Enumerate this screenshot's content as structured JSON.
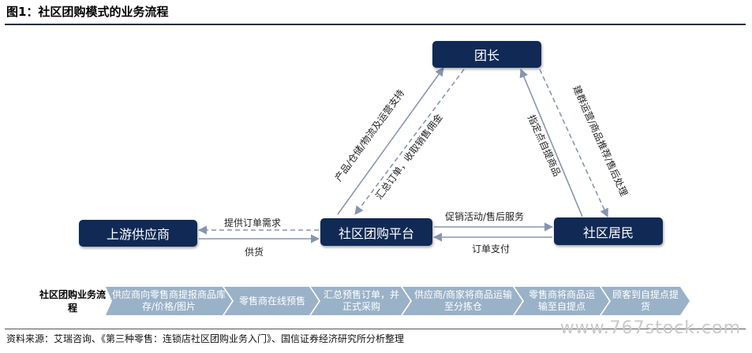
{
  "title": "图1：社区团购模式的业务流程",
  "nodes": {
    "leader": "团长",
    "supplier": "上游供应商",
    "platform": "社区团购平台",
    "resident": "社区居民"
  },
  "edges": {
    "platform_to_supplier": "提供订单需求",
    "supplier_to_platform": "供货",
    "platform_to_resident": "促销活动/售后服务",
    "resident_to_platform": "订单支付",
    "platform_to_leader": "产品/仓储/物流及运营支持",
    "leader_to_platform": "汇总订单，收取销售佣金",
    "resident_to_leader": "指定点自提商品",
    "leader_to_resident": "建群运营/商品推荐/售后处理"
  },
  "process": {
    "label": "社区团购业务流程",
    "steps": [
      "供应商向零售商提报商品库存/价格/图片",
      "零售商在线预售",
      "汇总预售订单，并正式采购",
      "供应商/商家将商品运输至分拣仓",
      "零售商将商品运输至自提点",
      "顾客到自提点提货"
    ]
  },
  "source": "资料来源：艾瑞咨询、《第三种零售：连锁店社区团购业务入门》、国信证券经济研究所分析整理",
  "watermark": "www.767stock.com",
  "colors": {
    "node_fill": "#102a55",
    "chevron_fill": "#9ab2c8",
    "arrow": "#8795b0"
  }
}
